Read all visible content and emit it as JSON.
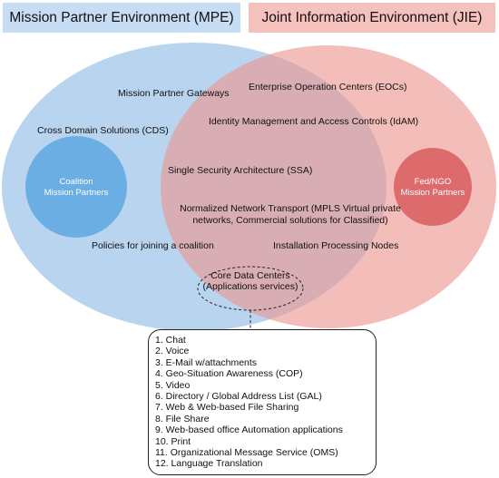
{
  "headers": {
    "mpe": "Mission Partner Environment (MPE)",
    "jie": "Joint Information Environment (JIE)"
  },
  "labels": {
    "mission_partner_gateways": "Mission Partner Gateways",
    "eoc": "Enterprise Operation Centers (EOCs)",
    "idam": "Identity Management and Access Controls (IdAM)",
    "cds": "Cross Domain Solutions (CDS)",
    "ssa": "Single Security Architecture (SSA)",
    "nnt_line1": "Normalized Network Transport (MPLS Virtual private",
    "nnt_line2": "networks, Commercial solutions for Classified)",
    "policies": "Policies for joining a coalition",
    "ipn": "Installation Processing Nodes",
    "cdc_line1": "Core Data Centers",
    "cdc_line2": "(Applications services)"
  },
  "partners": {
    "coalition_line1": "Coalition",
    "coalition_line2": "Mission Partners",
    "fed_line1": "Fed/NGO",
    "fed_line2": "Mission Partners"
  },
  "services": [
    "1. Chat",
    "2. Voice",
    "3. E-Mail w/attachments",
    "4. Geo-Situation Awareness (COP)",
    "5. Video",
    "6. Directory / Global Address List (GAL)",
    "7. Web & Web-based File Sharing",
    "8. File Share",
    "9. Web-based office Automation applications",
    "10. Print",
    "11. Organizational Message Service (OMS)",
    "12. Language Translation"
  ],
  "colors": {
    "mpe_fill": "#aacbec",
    "jie_fill": "#f0a9a3",
    "coalition_circle": "#6aaee4",
    "fed_circle": "#dd6b6b"
  }
}
